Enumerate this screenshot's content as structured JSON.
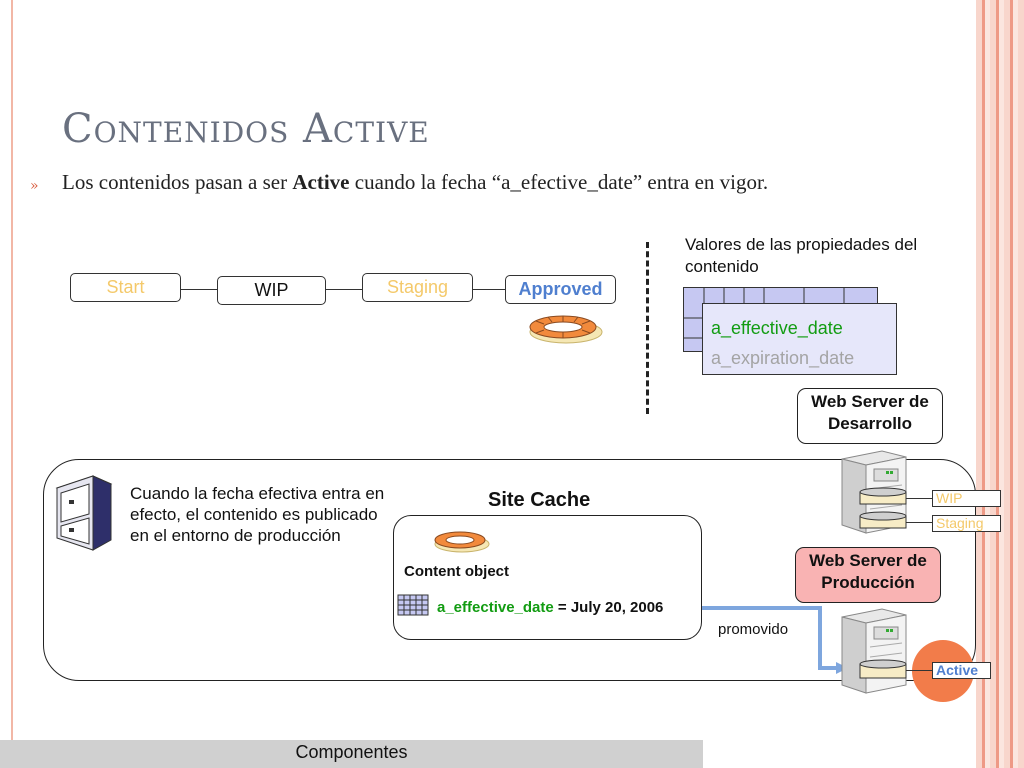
{
  "slide": {
    "title": "Contenidos Active",
    "bullet_marker": "»",
    "bullet_before": "Los contenidos pasan a ser ",
    "bullet_bold": "Active",
    "bullet_after": " cuando la fecha “a_efective_date” entra en vigor."
  },
  "workflow": {
    "states": [
      {
        "label": "Start",
        "color": "#f4c96a"
      },
      {
        "label": "WIP",
        "color": "#111111"
      },
      {
        "label": "Staging",
        "color": "#f4c96a"
      },
      {
        "label": "Approved",
        "color": "#4f7fcf"
      }
    ]
  },
  "properties": {
    "heading": "Valores de las propiedades del contenido",
    "effective": "a_effective_date",
    "expiration": "a_expiration_date"
  },
  "servers": {
    "dev_label": "Web Server de Desarrollo",
    "prod_label": "Web Server de Producción",
    "dev_tags": [
      "WIP",
      "Staging"
    ],
    "prod_tag": "Active"
  },
  "cache": {
    "title": "Site Cache",
    "content_object": "Content object",
    "effective_key": "a_effective_date",
    "effective_value": " = July 20, 2006"
  },
  "description": "Cuando la fecha efectiva entra en efecto, el contenido es publicado en el entorno de producción",
  "promoted": "promovido",
  "footer": "Componentes",
  "colors": {
    "green": "#129c12",
    "blue_arrow": "#7ea6de",
    "active_circle": "#f27c4a"
  }
}
